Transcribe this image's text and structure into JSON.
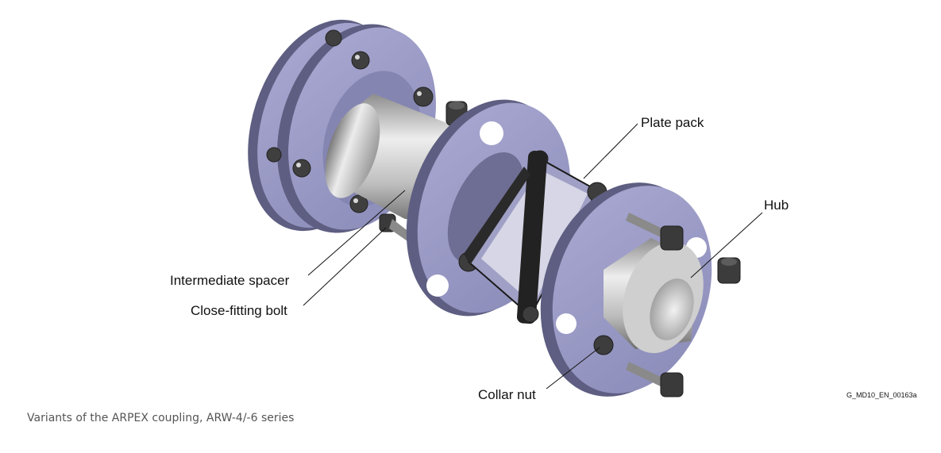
{
  "labels": {
    "plate_pack": "Plate pack",
    "hub": "Hub",
    "intermediate_spacer": "Intermediate spacer",
    "close_fitting_bolt": "Close-fitting bolt",
    "collar_nut": "Collar nut"
  },
  "figure_id": "G_MD10_EN_00163a",
  "caption": "Variants of the ARPEX coupling, ARW-4/-6 series",
  "colors": {
    "flange_face": "#9c9cc8",
    "flange_rim": "#5e5e82",
    "steel_light": "#e6e6e6",
    "steel_dark": "#707070",
    "plate": "#1e1e1e",
    "bolt": "#444444",
    "leader": "#111111"
  }
}
